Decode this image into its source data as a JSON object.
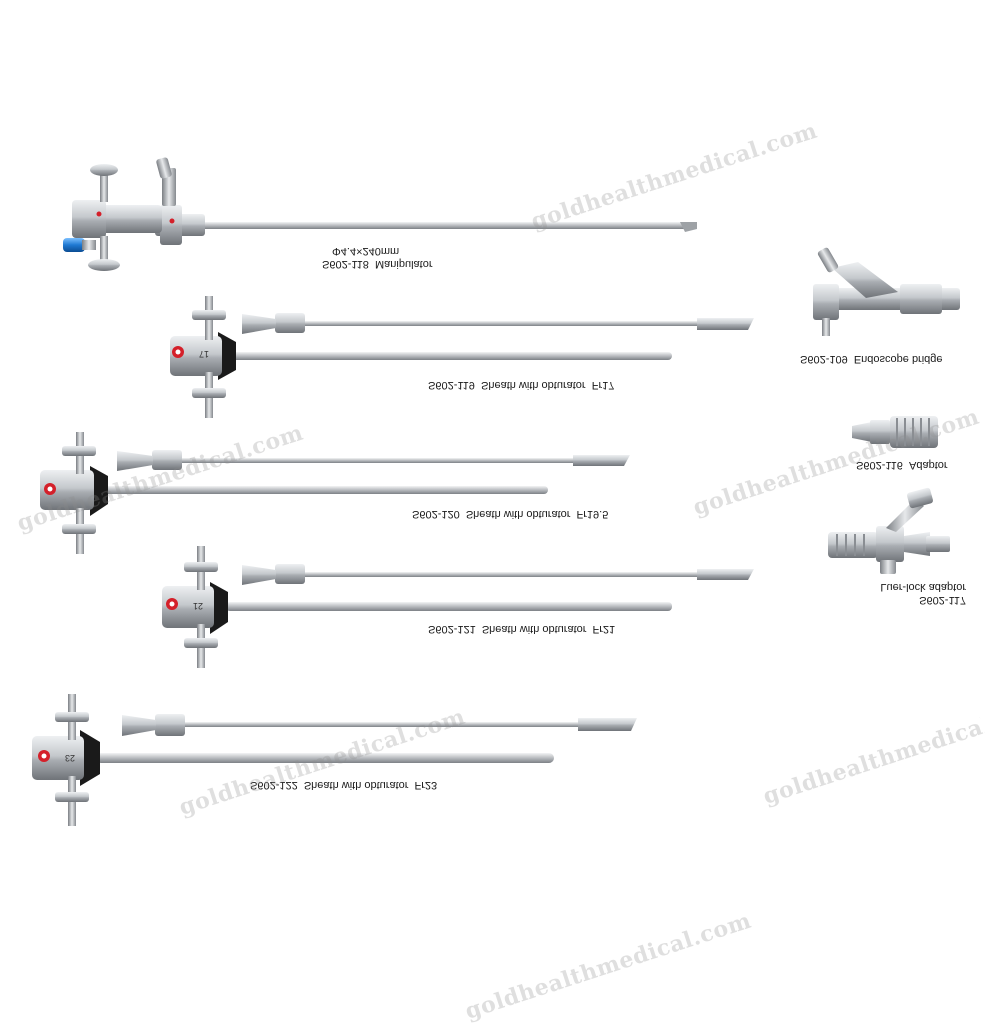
{
  "watermark": "goldhealthmedical.com",
  "items": {
    "manipulator": {
      "code": "S602-118",
      "name": "Manipulator",
      "spec": "Φ4.4×240mm"
    },
    "sheath17": {
      "code": "S602-119",
      "name": "Sheath with obturator",
      "size": "Fr17",
      "dial": "17"
    },
    "sheath19": {
      "code": "S602-120",
      "name": "Sheath with obturator",
      "size": "Fr19.5"
    },
    "sheath21": {
      "code": "S602-121",
      "name": "Sheath with obturator",
      "size": "Fr21",
      "dial": "21"
    },
    "sheath23": {
      "code": "S602-122",
      "name": "Sheath with obturator",
      "size": "Fr23",
      "dial": "23"
    },
    "bridge": {
      "code": "S602-109",
      "name": "Endoscope bridge"
    },
    "adaptor": {
      "code": "S602-116",
      "name": "Adaptor"
    },
    "luer": {
      "code": "S602-117",
      "name": "Luer-lock adaptor"
    }
  },
  "colors": {
    "steel": "#b9bcc0",
    "steel_dark": "#7f8388",
    "rubber": "#1a1a1a",
    "blue_valve": "#1e78d2",
    "marker": "#d4202a"
  }
}
